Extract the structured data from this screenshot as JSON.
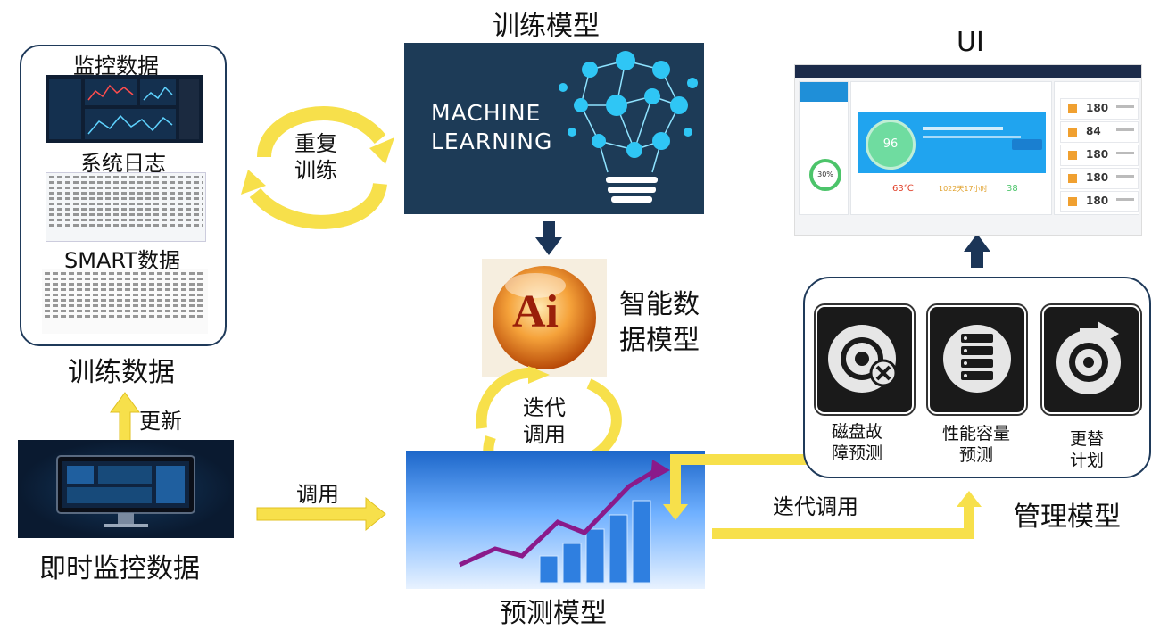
{
  "labels": {
    "train_model": "训练模型",
    "ui": "UI",
    "monitor_data": "监控数据",
    "system_log": "系统日志",
    "smart_data": "SMART数据",
    "training_data": "训练数据",
    "repeat_train": "重复\n训练",
    "update": "更新",
    "realtime_data": "即时监控数据",
    "invoke": "调用",
    "smart_model": "智能数\n据模型",
    "iterate_invoke_small": "迭代\n调用",
    "predict_model": "预测模型",
    "iterate_invoke": "迭代调用",
    "mgmt_model": "管理模型",
    "disk_fault": "磁盘故\n障预测",
    "capacity": "性能容量\n预测",
    "replace_plan": "更替\n计划",
    "ml_line1": "MACHINE",
    "ml_line2": "LEARNING",
    "ai_text": "Ai"
  },
  "ui_screen": {
    "score": "96",
    "temp": "63℃",
    "time": "1022天17小时",
    "count": "38",
    "ring": "30%",
    "stats": [
      "180",
      "84",
      "180",
      "180",
      "180"
    ]
  },
  "colors": {
    "arrow_yellow": "#f7e04b",
    "arrow_navy": "#1b3557",
    "panel_border": "#1f3a5a",
    "ml_bg": "#1d3b57",
    "ai_orange": "#e8761c"
  },
  "icons": [
    "bulb-network-icon",
    "ai-sphere-icon",
    "disk-fault-icon",
    "server-stack-icon",
    "disk-replace-icon",
    "growth-chart-icon"
  ]
}
